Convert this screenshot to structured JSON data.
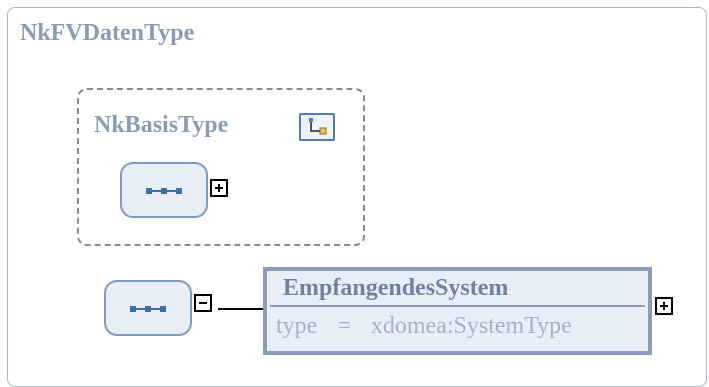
{
  "diagram": {
    "outer_type": {
      "title": "NkFVDatenType"
    },
    "base_type": {
      "title": "NkBasisType",
      "icon": "complex-type-icon",
      "sequence_icon": "sequence-compositor-icon",
      "expander_state": "collapsed"
    },
    "element": {
      "name": "EmpfangendesSystem",
      "type_label": "type",
      "type_operator": "=",
      "type_value": "xdomea:SystemType",
      "expander_state": "collapsed"
    },
    "main_sequence": {
      "icon": "sequence-compositor-icon",
      "expander_state": "expanded"
    },
    "colors": {
      "title_text": "#8a9bb4",
      "dashed_border": "#8a8a8a",
      "sequence_fill": "#e7eef8",
      "sequence_border": "#7f9cc0",
      "element_fill": "#e8eef8",
      "element_border": "#8c9cb8",
      "element_name_text": "#6f82a3",
      "element_type_text": "#a6b2c6",
      "connector": "#000000"
    }
  }
}
